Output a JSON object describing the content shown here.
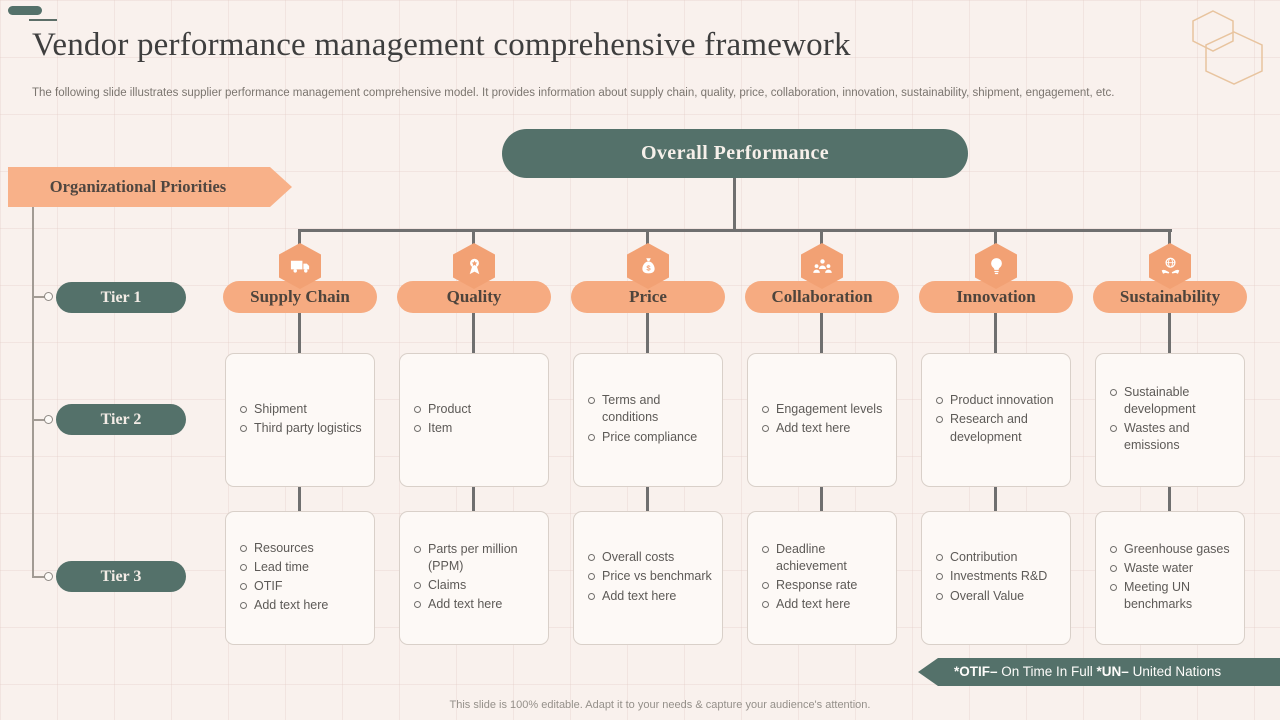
{
  "slide": {
    "title": "Vendor performance management comprehensive framework",
    "subtitle": "The following slide illustrates supplier performance management comprehensive model. It provides information about supply chain, quality, price, collaboration, innovation, sustainability, shipment, engagement, etc.",
    "bottom_note": "This slide is 100% editable. Adapt it to your needs & capture your audience's attention."
  },
  "diagram": {
    "root_label": "Overall Performance",
    "side_label": "Organizational Priorities",
    "tiers": [
      "Tier 1",
      "Tier 2",
      "Tier 3"
    ],
    "columns": [
      {
        "title": "Supply Chain",
        "icon": "shipment-truck-icon",
        "tier2": [
          "Shipment",
          "Third party logistics"
        ],
        "tier3": [
          "Resources",
          "Lead time",
          "OTIF",
          "Add text here"
        ]
      },
      {
        "title": "Quality",
        "icon": "quality-medal-icon",
        "tier2": [
          "Product",
          "Item"
        ],
        "tier3": [
          "Parts per million (PPM)",
          "Claims",
          "Add text here"
        ]
      },
      {
        "title": "Price",
        "icon": "money-bag-icon",
        "tier2": [
          "Terms and conditions",
          "Price compliance"
        ],
        "tier3": [
          "Overall costs",
          "Price vs benchmark",
          "Add text here"
        ]
      },
      {
        "title": "Collaboration",
        "icon": "collaboration-team-icon",
        "tier2": [
          "Engagement levels",
          "Add text here"
        ],
        "tier3": [
          "Deadline achievement",
          "Response rate",
          "Add text here"
        ]
      },
      {
        "title": "Innovation",
        "icon": "innovation-bulb-icon",
        "tier2": [
          "Product innovation",
          "Research and development"
        ],
        "tier3": [
          "Contribution",
          "Investments R&D",
          "Overall Value"
        ]
      },
      {
        "title": "Sustainability",
        "icon": "sustainability-globe-hands-icon",
        "tier2": [
          "Sustainable development",
          "Wastes and emissions"
        ],
        "tier3": [
          "Greenhouse gases",
          "Waste water",
          "Meeting UN benchmarks"
        ]
      }
    ],
    "legend": {
      "bold1": "*OTIF–",
      "text1": " On Time In Full ",
      "bold2": "*UN–",
      "text2": " United Nations"
    }
  },
  "colors": {
    "teal": "#54716a",
    "orange_pill": "#f6ab81",
    "orange_hex": "#f2a174",
    "arrow_orange": "#f8b189",
    "background": "#f9f1ed"
  }
}
